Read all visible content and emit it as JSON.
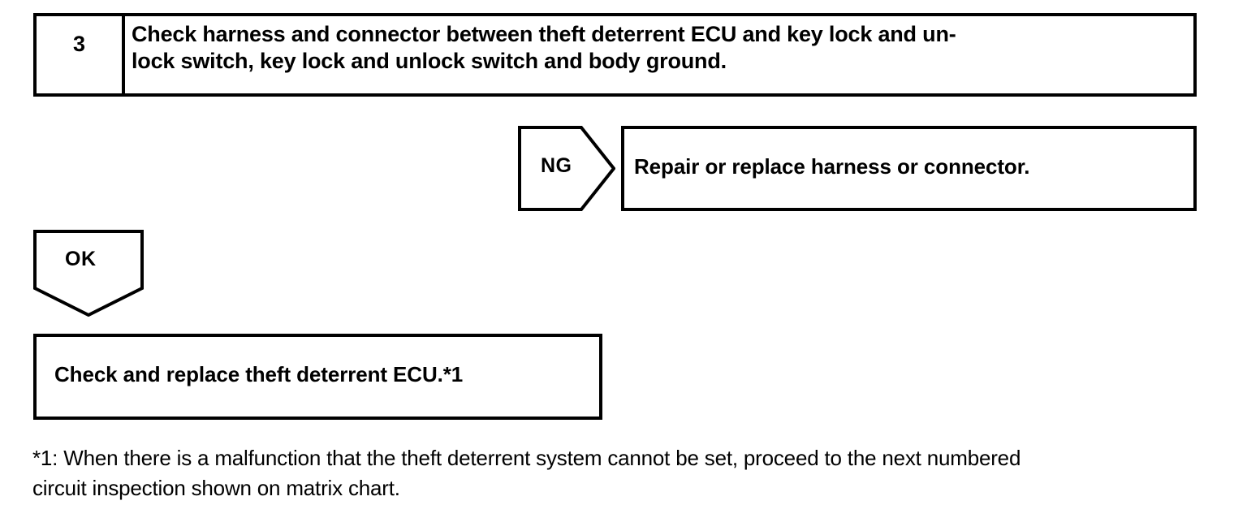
{
  "document": {
    "type": "troubleshooting-flowchart",
    "ink_color": "#000000",
    "background_color": "#ffffff"
  },
  "step_row": {
    "number": "3",
    "instruction": "Check harness and connector between theft deterrent ECU and key lock and un-\nlock switch, key lock and unlock switch and body ground."
  },
  "branches": {
    "ng": {
      "label": "NG",
      "result_text": "Repair or replace harness or connector."
    },
    "ok": {
      "label": "OK",
      "result_text": "Check and replace theft deterrent ECU.*1"
    }
  },
  "footnote": {
    "text": "*1: When there is a malfunction that the theft deterrent system cannot be set, proceed to the next numbered\ncircuit inspection shown on matrix chart."
  }
}
